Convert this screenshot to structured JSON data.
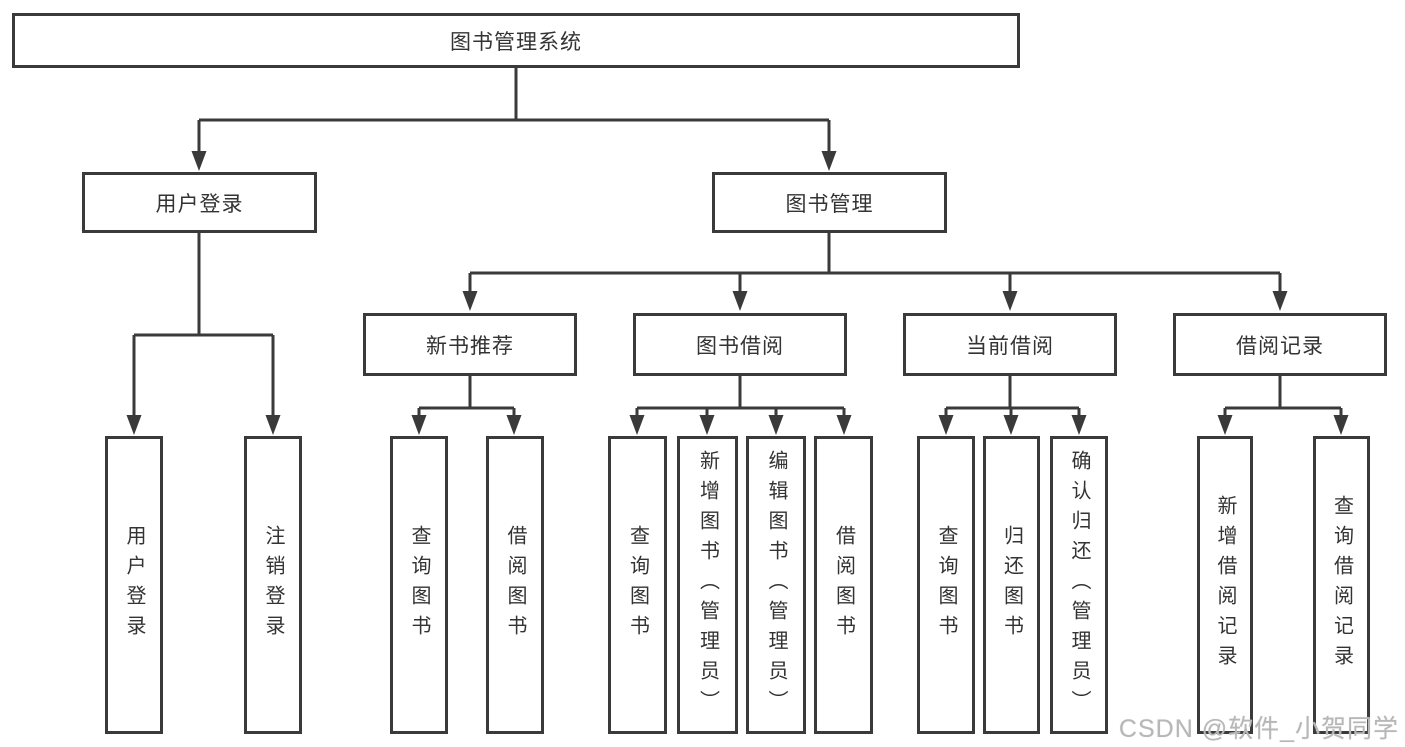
{
  "diagram": {
    "title": "图书管理系统",
    "nodes": {
      "root": "图书管理系统",
      "user_login": "用户登录",
      "book_mgmt": "图书管理",
      "new_book_rec": "新书推荐",
      "book_borrow": "图书借阅",
      "current_borrow": "当前借阅",
      "borrow_record": "借阅记录",
      "leaf_user_login": "用户登录",
      "leaf_logout": "注销登录",
      "leaf_query_book_a": "查询图书",
      "leaf_borrow_book_a": "借阅图书",
      "leaf_query_book_b": "查询图书",
      "leaf_add_book": "新增图书（管理员）",
      "leaf_edit_book": "编辑图书（管理员）",
      "leaf_borrow_book_b": "借阅图书",
      "leaf_query_book_c": "查询图书",
      "leaf_return_book": "归还图书",
      "leaf_confirm_return": "确认归还（管理员）",
      "leaf_add_record": "新增借阅记录",
      "leaf_query_record": "查询借阅记录"
    },
    "hierarchy": {
      "图书管理系统": {
        "用户登录": [
          "用户登录",
          "注销登录"
        ],
        "图书管理": {
          "新书推荐": [
            "查询图书",
            "借阅图书"
          ],
          "图书借阅": [
            "查询图书",
            "新增图书（管理员）",
            "编辑图书（管理员）",
            "借阅图书"
          ],
          "当前借阅": [
            "查询图书",
            "归还图书",
            "确认归还（管理员）"
          ],
          "借阅记录": [
            "新增借阅记录",
            "查询借阅记录"
          ]
        }
      }
    }
  },
  "watermark": "CSDN @软件_小贺同学",
  "colors": {
    "line": "#3a3a3a",
    "text": "#333333",
    "box_background": "#ffffff",
    "watermark": "#b7b7b7",
    "page_background": "#ffffff"
  }
}
